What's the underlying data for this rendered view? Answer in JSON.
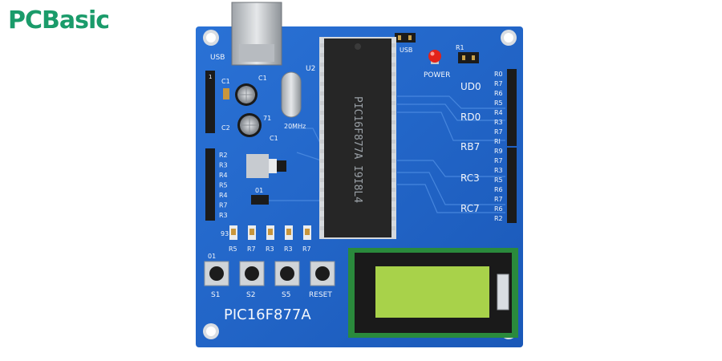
{
  "logo": {
    "text": "PCBasic",
    "color": "#1a9b6a"
  },
  "board": {
    "color": "#1e63c7",
    "title": "PIC16F877A",
    "chip_marking": "PIC16F877A  I9I8L4",
    "labels": {
      "usb_left": "USB",
      "usb_top": "USB",
      "u2": "U2",
      "crystal": "20MHz",
      "power": "POWER",
      "r1": "R1",
      "c1a": "C1",
      "c1b": "C1",
      "c1c": "C1",
      "c2": "C2",
      "q1": "71",
      "d1": "01",
      "h1": "1",
      "r93": "93",
      "b1": "01"
    },
    "left_header": [
      "R2",
      "R3",
      "R4",
      "R5",
      "R4",
      "R7",
      "R3"
    ],
    "right_header": [
      "R0",
      "R7",
      "R6",
      "R5",
      "R4",
      "R3",
      "R7",
      "RI",
      "R9",
      "R7",
      "R3",
      "R5",
      "R6",
      "R7",
      "R6",
      "R2"
    ],
    "right_groups": [
      "UD0",
      "RD0",
      "RB7",
      "RC3",
      "RC7"
    ],
    "leds": [
      "R5",
      "R7",
      "R3",
      "R3",
      "R7"
    ],
    "buttons": [
      "S1",
      "S2",
      "S5",
      "RESET"
    ],
    "lcd_color": "#a8d24a",
    "led_color": "#e2231a"
  }
}
